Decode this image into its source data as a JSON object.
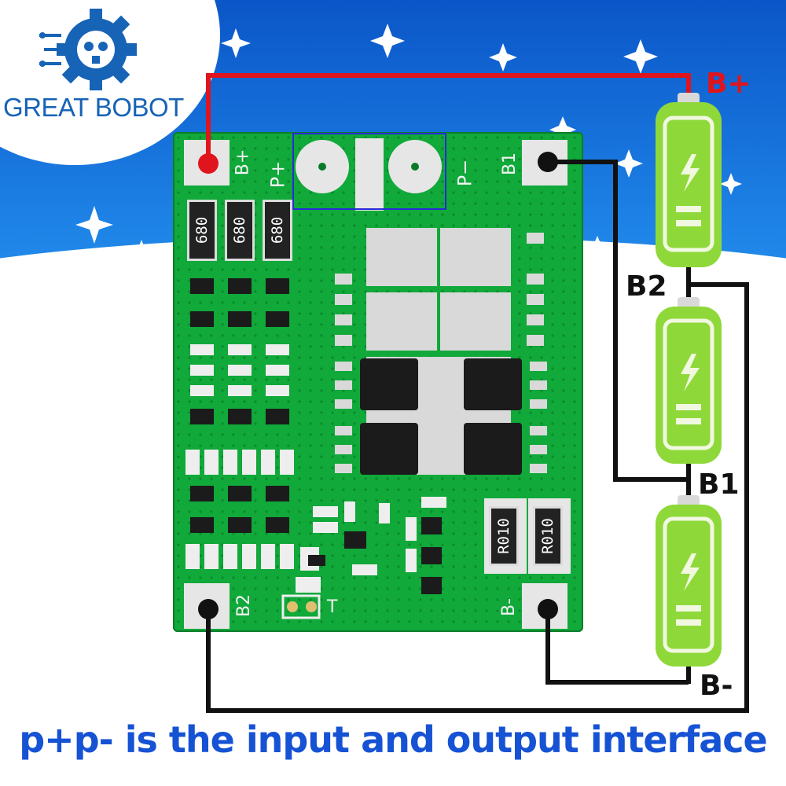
{
  "brand": {
    "name": "GREAT BOBOT",
    "primary_color": "#1763b6",
    "icon": "gear-robot-logo-icon"
  },
  "board": {
    "silk_labels": {
      "b_plus": "B+",
      "p_plus": "P+",
      "p_minus": "P−",
      "b1": "B1",
      "b2": "B2",
      "b_minus": "B-",
      "t": "T"
    },
    "resistors_top": [
      "680",
      "680",
      "680"
    ],
    "resistors_bottom": [
      "R010",
      "R010"
    ]
  },
  "wiring_labels": {
    "b_plus": "B+",
    "b2": "B2",
    "b1": "B1",
    "b_minus": "B-"
  },
  "caption": "p+p- is the input and output interface",
  "colors": {
    "positive_wire": "#e0141c",
    "negative_wire": "#111111",
    "pcb": "#10a93a",
    "battery": "#8fd83a",
    "caption": "#1652d4"
  }
}
